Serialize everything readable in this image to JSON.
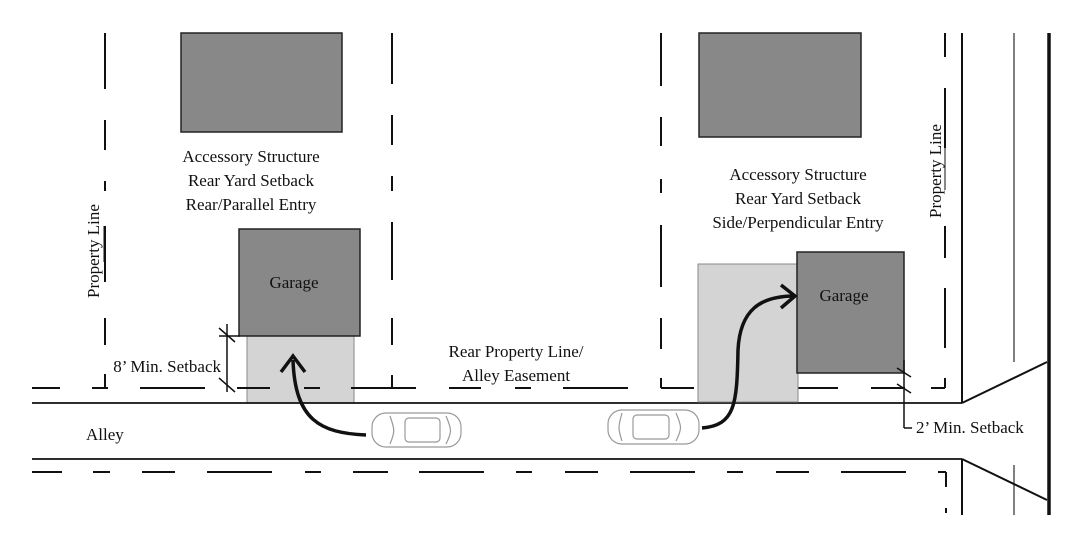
{
  "diagram": {
    "left_lot": {
      "property_line_label": "Property Line",
      "caption": [
        "Accessory Structure",
        "Rear Yard Setback",
        "Rear/Parallel Entry"
      ],
      "garage_label": "Garage",
      "setback_label": "8’ Min. Setback"
    },
    "right_lot": {
      "property_line_label": "Property Line",
      "caption": [
        "Accessory Structure",
        "Rear Yard Setback",
        "Side/Perpendicular Entry"
      ],
      "garage_label": "Garage",
      "setback_label": "2’ Min. Setback"
    },
    "center_label": [
      "Rear Property Line/",
      "Alley Easement"
    ],
    "alley_label": "Alley",
    "colors": {
      "building": "#888888",
      "driveway": "#d4d4d4",
      "line": "#111111"
    }
  }
}
